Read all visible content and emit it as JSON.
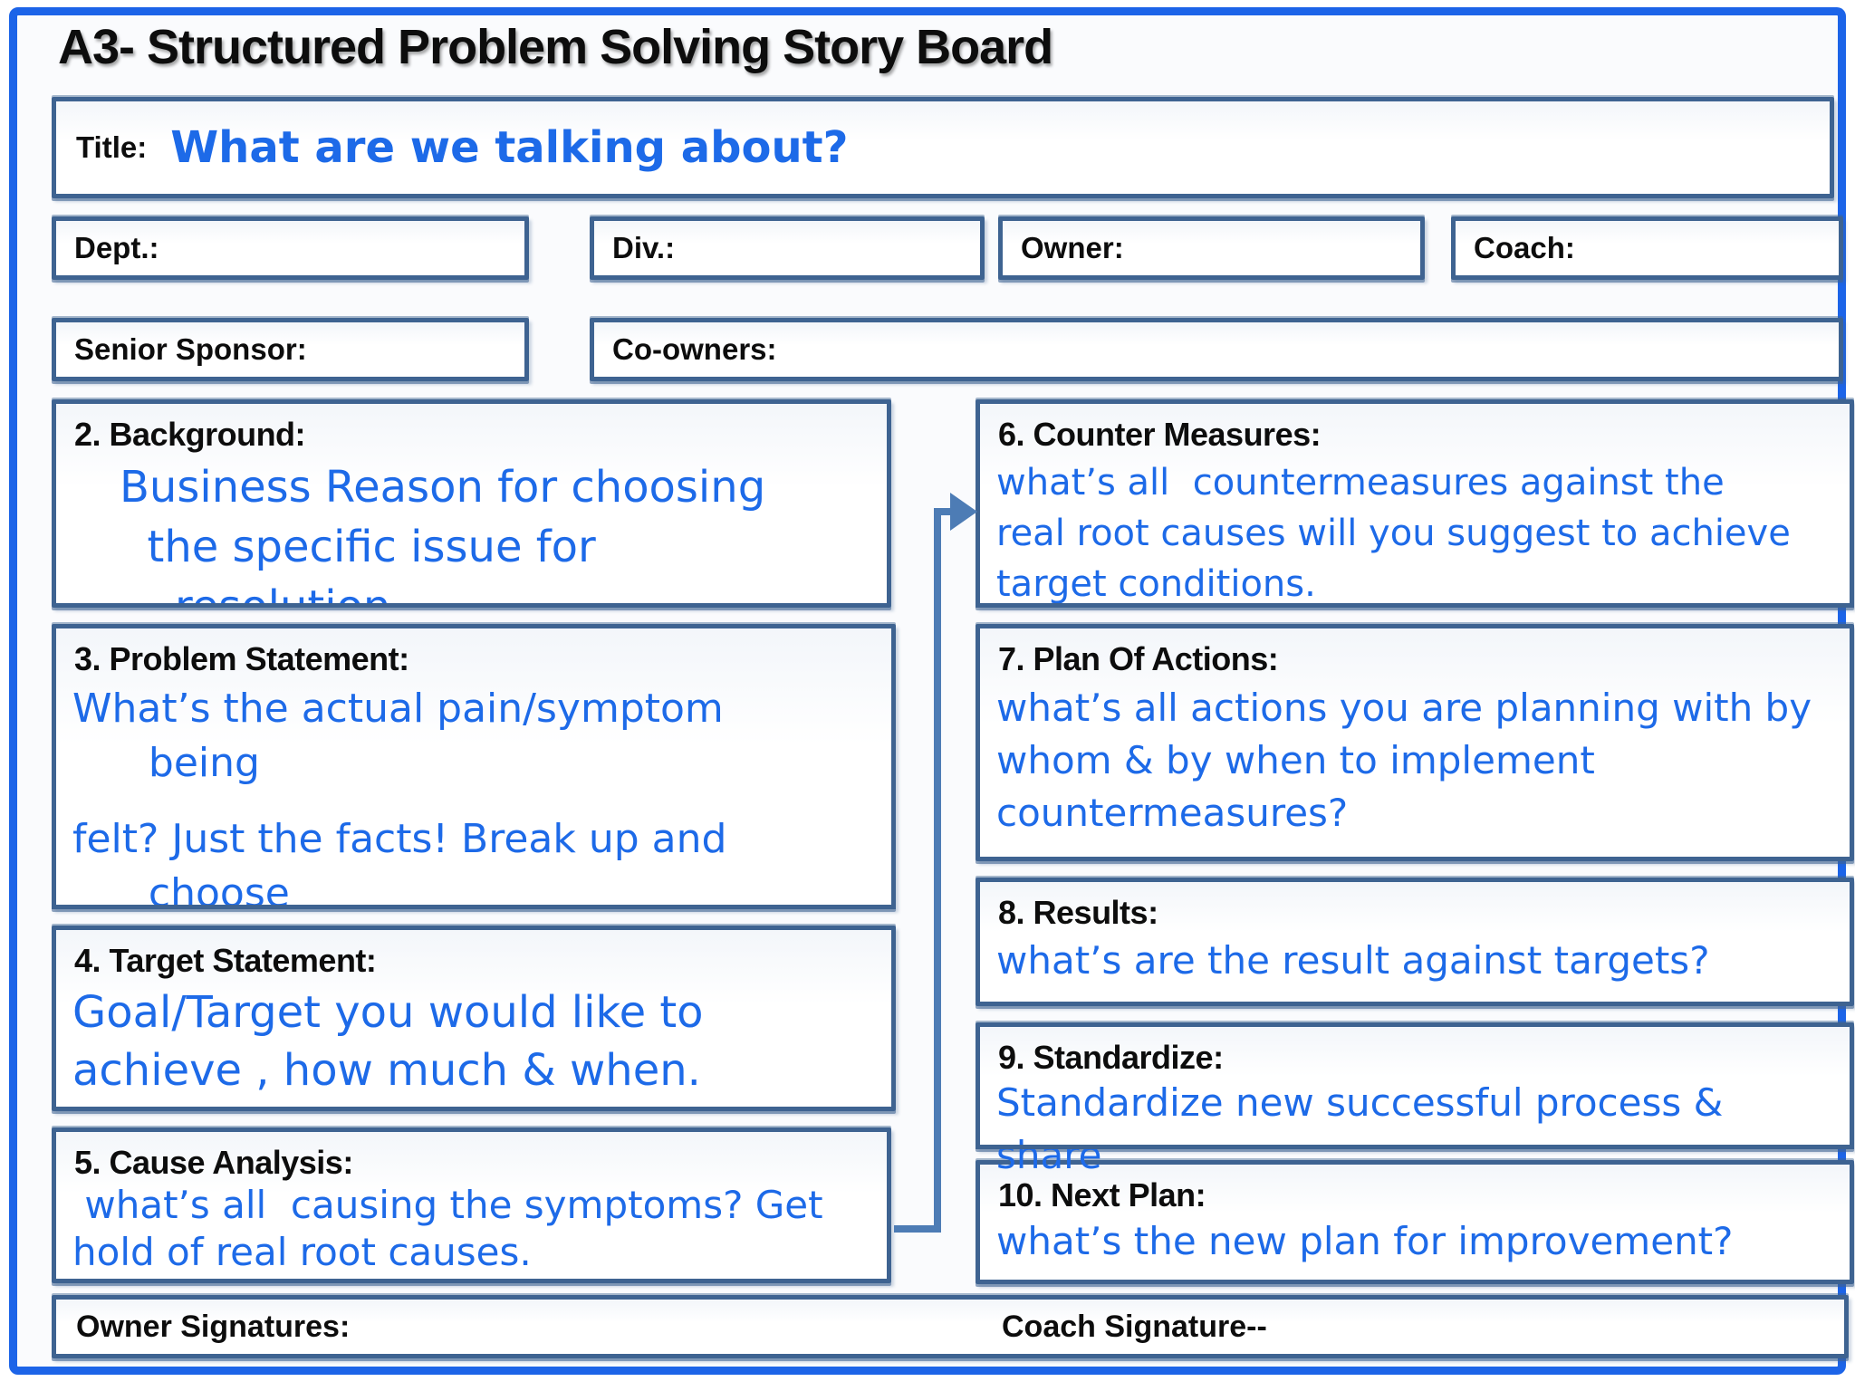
{
  "colors": {
    "outer_border": "#1c64e8",
    "box_border": "#3e6391",
    "ink_blue": "#1d6ae8",
    "heading_ink": "#0d0d0d",
    "connector": "#4d7cb5",
    "page_bg": "#fafbfd"
  },
  "heading": "A3- Structured Problem Solving Story Board",
  "header": {
    "title": {
      "label": "Title:",
      "value": "What are we talking about?"
    },
    "fields": {
      "dept": "Dept.:",
      "div": "Div.:",
      "owner": "Owner:",
      "coach": "Coach:",
      "senior_sponsor": "Senior Sponsor:",
      "co_owners": "Co-owners:"
    }
  },
  "sections": {
    "background": {
      "number_title": "2. Background:",
      "body": "Business Reason for choosing\n  the specific issue for\n    resolution"
    },
    "problem_statement": {
      "number_title": "3. Problem Statement:",
      "body": "What’s the actual pain/symptom\n      being",
      "body2": "felt? Just the facts! Break up and\n      choose"
    },
    "target_statement": {
      "number_title": "4. Target Statement:",
      "body": "Goal/Target you would like to\nachieve , how much & when."
    },
    "cause_analysis": {
      "number_title": "5. Cause Analysis:",
      "body": " what’s all  causing the symptoms? Get\nhold of real root causes."
    },
    "counter_measures": {
      "number_title": "6. Counter Measures:",
      "body": "what’s all  countermeasures against the\nreal root causes will you suggest to achieve\ntarget conditions."
    },
    "plan_of_actions": {
      "number_title": "7. Plan Of Actions:",
      "body": "what’s all actions you are planning with by\nwhom & by when to implement\ncountermeasures?"
    },
    "results": {
      "number_title": "8. Results:",
      "body": "what’s are the result against targets?"
    },
    "standardize": {
      "number_title": "9. Standardize:",
      "body": "Standardize new successful process &\nshare"
    },
    "next_plan": {
      "number_title": "10. Next Plan:",
      "body": "what’s the new plan for improvement?"
    }
  },
  "footer": {
    "owner_signatures": "Owner Signatures:",
    "coach_signature": "Coach Signature--"
  }
}
